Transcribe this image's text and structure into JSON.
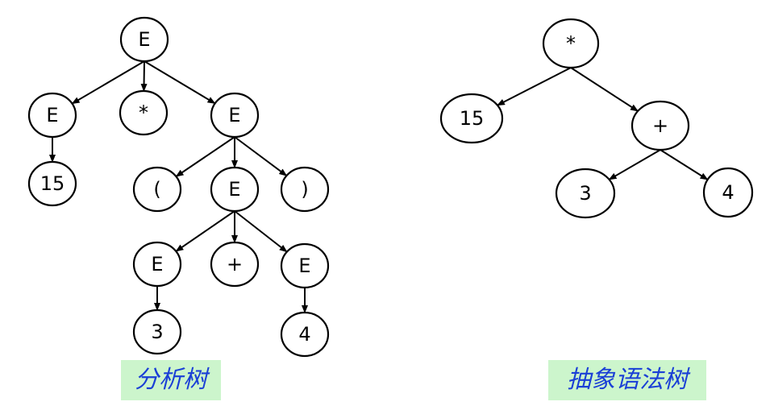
{
  "parse_tree": {
    "caption": "分析树",
    "nodes": [
      {
        "id": "p_root",
        "label": "E"
      },
      {
        "id": "p_e1",
        "label": "E"
      },
      {
        "id": "p_star",
        "label": "*"
      },
      {
        "id": "p_e2",
        "label": "E"
      },
      {
        "id": "p_15",
        "label": "15"
      },
      {
        "id": "p_lp",
        "label": "("
      },
      {
        "id": "p_e3",
        "label": "E"
      },
      {
        "id": "p_rp",
        "label": ")"
      },
      {
        "id": "p_e4",
        "label": "E"
      },
      {
        "id": "p_plus",
        "label": "+"
      },
      {
        "id": "p_e5",
        "label": "E"
      },
      {
        "id": "p_3",
        "label": "3"
      },
      {
        "id": "p_4",
        "label": "4"
      }
    ],
    "edges": [
      [
        "p_root",
        "p_e1"
      ],
      [
        "p_root",
        "p_star"
      ],
      [
        "p_root",
        "p_e2"
      ],
      [
        "p_e1",
        "p_15"
      ],
      [
        "p_e2",
        "p_lp"
      ],
      [
        "p_e2",
        "p_e3"
      ],
      [
        "p_e2",
        "p_rp"
      ],
      [
        "p_e3",
        "p_e4"
      ],
      [
        "p_e3",
        "p_plus"
      ],
      [
        "p_e3",
        "p_e5"
      ],
      [
        "p_e4",
        "p_3"
      ],
      [
        "p_e5",
        "p_4"
      ]
    ]
  },
  "ast": {
    "caption": "抽象语法树",
    "nodes": [
      {
        "id": "a_star",
        "label": "*"
      },
      {
        "id": "a_15",
        "label": "15"
      },
      {
        "id": "a_plus",
        "label": "+"
      },
      {
        "id": "a_3",
        "label": "3"
      },
      {
        "id": "a_4",
        "label": "4"
      }
    ],
    "edges": [
      [
        "a_star",
        "a_15"
      ],
      [
        "a_star",
        "a_plus"
      ],
      [
        "a_plus",
        "a_3"
      ],
      [
        "a_plus",
        "a_4"
      ]
    ]
  },
  "colors": {
    "caption_background": "#ccf5cc",
    "caption_text": "#1a3fd6",
    "stroke": "#000000"
  }
}
